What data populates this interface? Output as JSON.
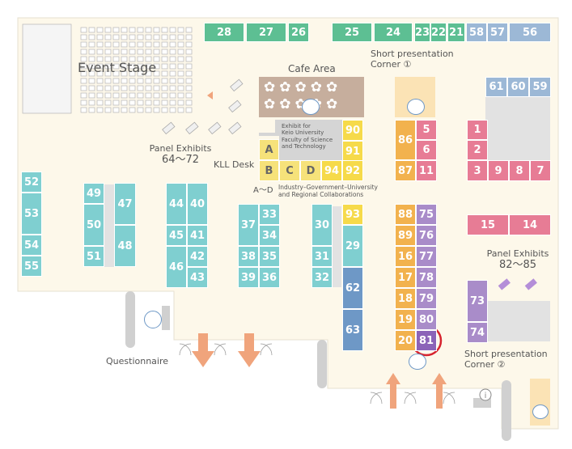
{
  "colors": {
    "floor": "#fdf8ea",
    "wall": "#d0d0d0",
    "green": "#5dbf93",
    "teal": "#7fcfd0",
    "blue": "#6e98c6",
    "orange": "#f2b24e",
    "yellow": "#f6da4a",
    "pink": "#e77c95",
    "light_blue": "#9cb8d6",
    "purple": "#a98cc9",
    "highlight": "#d6232e",
    "arrow": "#f0a47c"
  },
  "labels": {
    "event_stage": "Event Stage",
    "cafe_area": "Cafe Area",
    "short_presentation_1_line1": "Short presentation",
    "short_presentation_1_line2": "Corner ①",
    "short_presentation_2_line1": "Short presentation",
    "short_presentation_2_line2": "Corner ②",
    "panel_exhibits_left_line1": "Panel Exhibits",
    "panel_exhibits_left_line2": "64～72",
    "panel_exhibits_right_line1": "Panel Exhibits",
    "panel_exhibits_right_line2": "82～85",
    "kll_desk": "KLL Desk",
    "keio_exhibit_line1": "Exhibit for",
    "keio_exhibit_line2": "Keio University",
    "keio_exhibit_line3": "Faculty of Science",
    "keio_exhibit_line4": "and Technology",
    "industry_line1": "Industry–Government–University",
    "industry_line2": "and Regional Collaborations",
    "a_to_d": "A～D",
    "questionnaire": "Questionnaire"
  },
  "booths": {
    "b28": "28",
    "b27": "27",
    "b26": "26",
    "b25": "25",
    "b24": "24",
    "b23": "23",
    "b22": "22",
    "b21": "21",
    "b58": "58",
    "b57": "57",
    "b56": "56",
    "b61": "61",
    "b60": "60",
    "b59": "59",
    "b90": "90",
    "b91": "91",
    "b94": "94",
    "b92": "92",
    "bA": "A",
    "bB": "B",
    "bC": "C",
    "bD": "D",
    "b86": "86",
    "b87": "87",
    "b5": "5",
    "b6": "6",
    "b11": "11",
    "b1": "1",
    "b2": "2",
    "b3": "3",
    "b9": "9",
    "b8": "8",
    "b7": "7",
    "b52": "52",
    "b53": "53",
    "b54": "54",
    "b55": "55",
    "b49": "49",
    "b50": "50",
    "b51": "51",
    "b47": "47",
    "b48": "48",
    "b44": "44",
    "b40": "40",
    "b45": "45",
    "b41": "41",
    "b46": "46",
    "b42": "42",
    "b43": "43",
    "b37": "37",
    "b33": "33",
    "b34": "34",
    "b38": "38",
    "b35": "35",
    "b39": "39",
    "b36": "36",
    "b30": "30",
    "b31": "31",
    "b32": "32",
    "b93": "93",
    "b29": "29",
    "b62": "62",
    "b63": "63",
    "b88": "88",
    "b75": "75",
    "b89": "89",
    "b76": "76",
    "b16": "16",
    "b77": "77",
    "b17": "17",
    "b78": "78",
    "b18": "18",
    "b79": "79",
    "b19": "19",
    "b80": "80",
    "b20": "20",
    "b81": "81",
    "b15": "15",
    "b14": "14",
    "b73": "73",
    "b74": "74"
  }
}
